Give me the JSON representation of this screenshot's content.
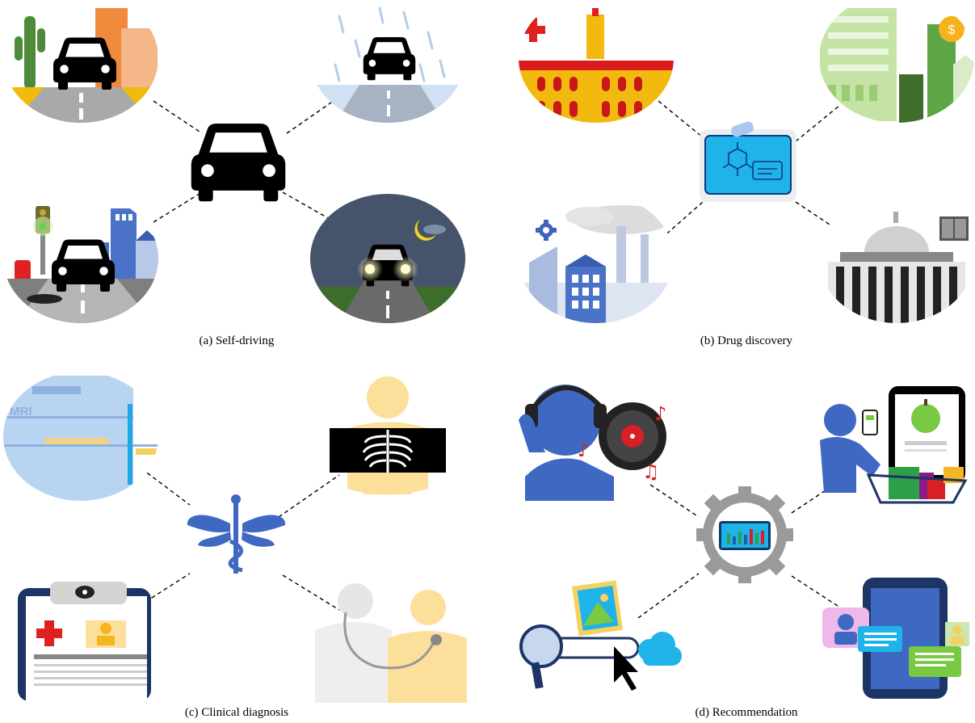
{
  "panels": [
    {
      "id": "a",
      "caption": "(a) Self-driving"
    },
    {
      "id": "b",
      "caption": "(b) Drug discovery"
    },
    {
      "id": "c",
      "caption": "(c) Clinical diagnosis"
    },
    {
      "id": "d",
      "caption": "(d) Recommendation"
    }
  ],
  "icons": {
    "a": [
      "car-icon",
      "desert-road-scene",
      "rainy-road-scene",
      "city-traffic-scene",
      "night-road-scene"
    ],
    "b": [
      "drug-screen-icon",
      "hospital-scene",
      "finance-building-scene",
      "factory-scene",
      "institute-scene"
    ],
    "c": [
      "caduceus-icon",
      "mri-scene",
      "xray-scene",
      "medical-record-scene",
      "doctor-patient-scene"
    ],
    "d": [
      "gear-chart-icon",
      "music-listener-scene",
      "shopping-scene",
      "image-search-scene",
      "social-chat-scene"
    ]
  }
}
